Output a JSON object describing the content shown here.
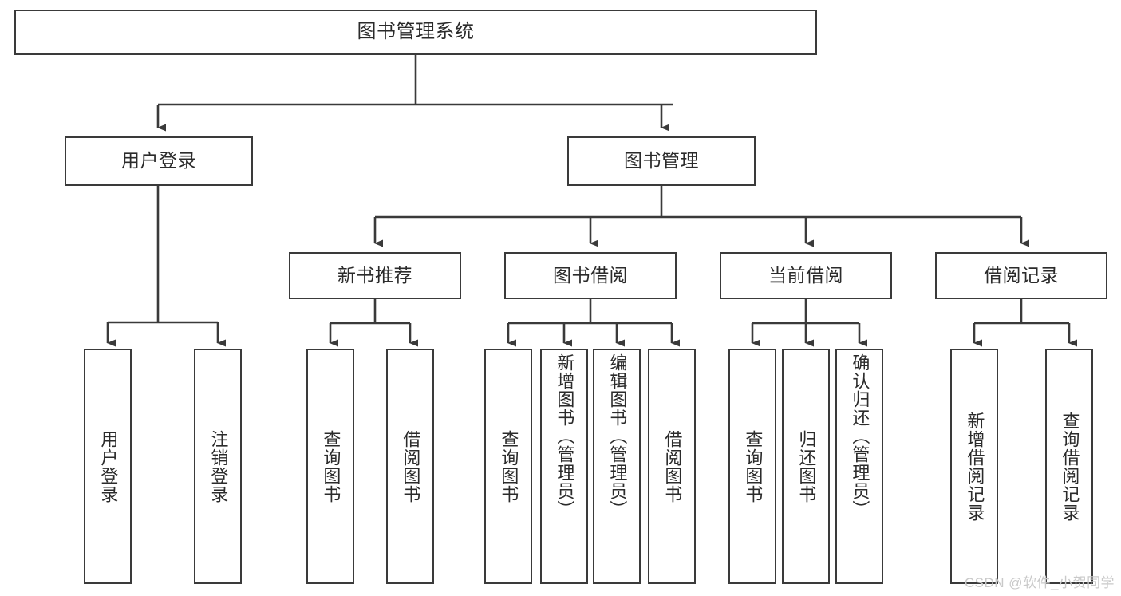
{
  "diagram": {
    "title": "图书管理系统",
    "type": "tree-hierarchy",
    "watermark": "CSDN @软件_小贺同学",
    "colors": {
      "box_border": "#3a3a3a",
      "box_fill": "#ffffff",
      "edge": "#3a3a3a",
      "text": "#2b2b2b",
      "watermark": "#c9c9c9"
    },
    "nodes": {
      "root": {
        "label": "图书管理系统"
      },
      "level2": [
        {
          "id": "user-login",
          "label": "用户登录"
        },
        {
          "id": "book-management",
          "label": "图书管理"
        }
      ],
      "level3": [
        {
          "id": "new-book-recommend",
          "label": "新书推荐"
        },
        {
          "id": "book-borrow",
          "label": "图书借阅"
        },
        {
          "id": "current-borrow",
          "label": "当前借阅"
        },
        {
          "id": "borrow-record",
          "label": "借阅记录"
        }
      ],
      "leaves": {
        "user_login": [
          {
            "id": "leaf-user-login",
            "label": "用户登录"
          },
          {
            "id": "leaf-logout-login",
            "label": "注销登录"
          }
        ],
        "new_book_recommend": [
          {
            "id": "leaf-query-book-1",
            "label": "查询图书"
          },
          {
            "id": "leaf-borrow-book-1",
            "label": "借阅图书"
          }
        ],
        "book_borrow": [
          {
            "id": "leaf-query-book-2",
            "label": "查询图书"
          },
          {
            "id": "leaf-add-book",
            "label": "新增图书（管理员）"
          },
          {
            "id": "leaf-edit-book",
            "label": "编辑图书（管理员）"
          },
          {
            "id": "leaf-borrow-book-2",
            "label": "借阅图书"
          }
        ],
        "current_borrow": [
          {
            "id": "leaf-query-book-3",
            "label": "查询图书"
          },
          {
            "id": "leaf-return-book",
            "label": "归还图书"
          },
          {
            "id": "leaf-confirm-return",
            "label": "确认归还（管理员）"
          }
        ],
        "borrow_record": [
          {
            "id": "leaf-add-record",
            "label": "新增借阅记录"
          },
          {
            "id": "leaf-query-record",
            "label": "查询借阅记录"
          }
        ]
      }
    }
  }
}
